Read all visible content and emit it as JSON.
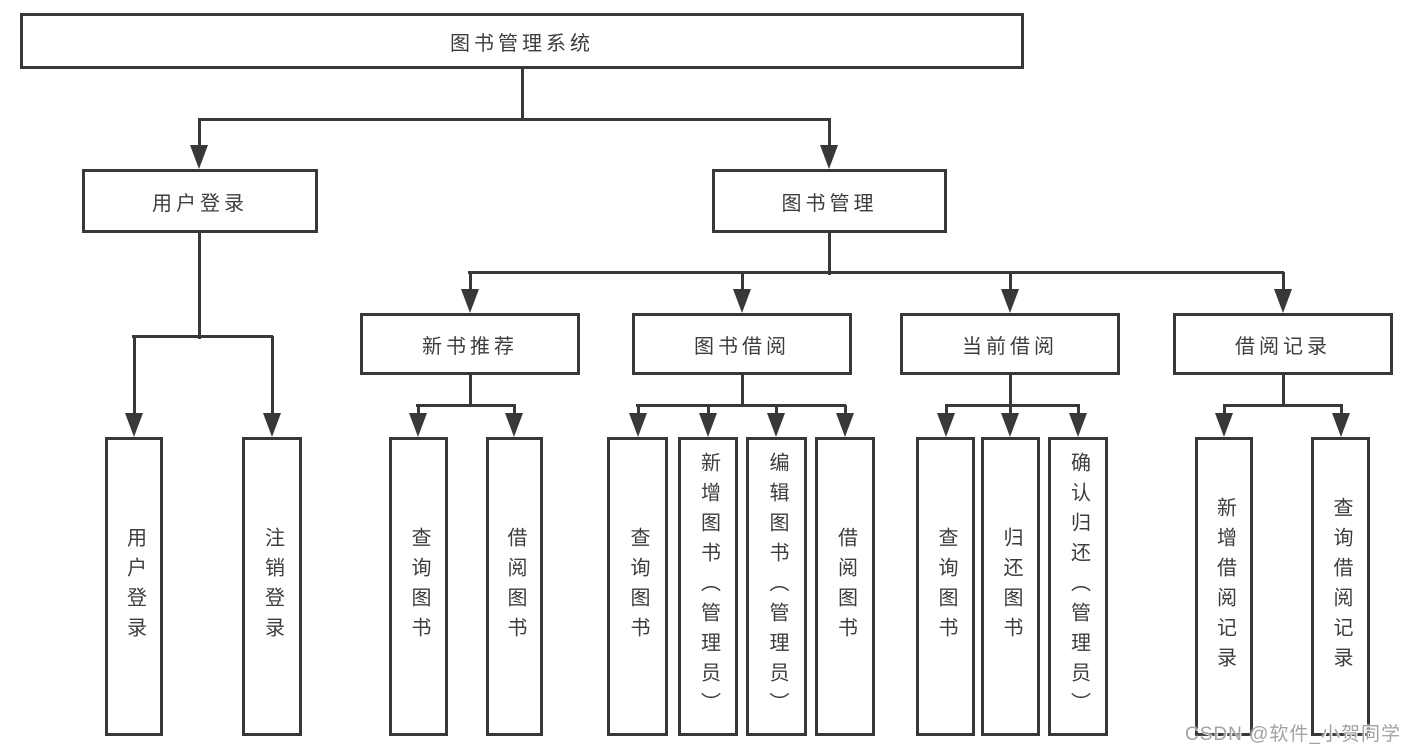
{
  "watermark": "CSDN @软件_小贺同学",
  "colors": {
    "line": "#383838",
    "box_border": "#383838",
    "text": "#3d3d3d",
    "background": "#ffffff",
    "watermark_text": "#a3a3a3"
  },
  "tree": {
    "label": "图书管理系统",
    "children": [
      {
        "label": "用户登录",
        "children": [
          {
            "label": "用户登录"
          },
          {
            "label": "注销登录"
          }
        ]
      },
      {
        "label": "图书管理",
        "children": [
          {
            "label": "新书推荐",
            "children": [
              {
                "label": "查询图书"
              },
              {
                "label": "借阅图书"
              }
            ]
          },
          {
            "label": "图书借阅",
            "children": [
              {
                "label": "查询图书"
              },
              {
                "label": "新增图书（管理员）"
              },
              {
                "label": "编辑图书（管理员）"
              },
              {
                "label": "借阅图书"
              }
            ]
          },
          {
            "label": "当前借阅",
            "children": [
              {
                "label": "查询图书"
              },
              {
                "label": "归还图书"
              },
              {
                "label": "确认归还（管理员）"
              }
            ]
          },
          {
            "label": "借阅记录",
            "children": [
              {
                "label": "新增借阅记录"
              },
              {
                "label": "查询借阅记录"
              }
            ]
          }
        ]
      }
    ]
  }
}
